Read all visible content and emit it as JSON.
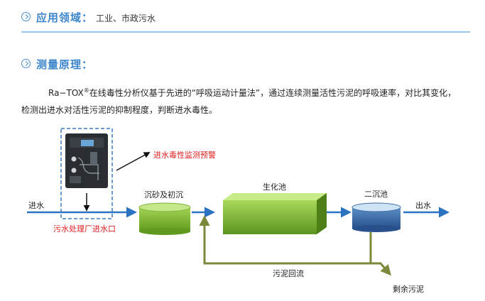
{
  "sections": {
    "application": {
      "title": "应用领域：",
      "value": "工业、市政污水"
    },
    "principle": {
      "title": "测量原理："
    }
  },
  "paragraph": {
    "product": "Ra−TOX",
    "registered": "®",
    "text": "在线毒性分析仪基于先进的“呼吸运动计量法”，通过连续测量活性污泥的呼吸速率，对比其变化，检测出进水对活性污泥的抑制程度，判断进水毒性。"
  },
  "diagram": {
    "inflow": "进水",
    "warning": "进水毒性监测预警",
    "inlet_location": "污水处理厂进水口",
    "grit_primary": "沉砂及初沉",
    "biochemical_tank": "生化池",
    "secondary_clarifier": "二沉池",
    "outflow": "出水",
    "sludge_return": "污泥回流",
    "excess_sludge": "剩余污泥"
  },
  "colors": {
    "accent": "#3d86cc",
    "warning": "#e02020",
    "tank_green": "#8cc63f",
    "pipe": "#7b8a3a"
  }
}
